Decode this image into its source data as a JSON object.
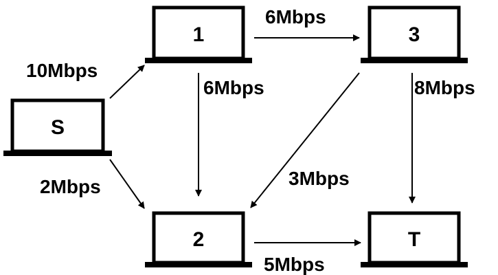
{
  "nodes": {
    "S": {
      "label": "S"
    },
    "n1": {
      "label": "1"
    },
    "n2": {
      "label": "2"
    },
    "n3": {
      "label": "3"
    },
    "T": {
      "label": "T"
    }
  },
  "edges": {
    "S_1": {
      "from": "S",
      "to": "1",
      "label": "10Mbps"
    },
    "S_2": {
      "from": "S",
      "to": "2",
      "label": "2Mbps"
    },
    "1_3": {
      "from": "1",
      "to": "3",
      "label": "6Mbps"
    },
    "1_2": {
      "from": "1",
      "to": "2",
      "label": "6Mbps"
    },
    "3_2": {
      "from": "3",
      "to": "2",
      "label": "3Mbps"
    },
    "3_T": {
      "from": "3",
      "to": "T",
      "label": "8Mbps"
    },
    "2_T": {
      "from": "2",
      "to": "T",
      "label": "5Mbps"
    }
  },
  "colors": {
    "stroke": "#000000",
    "background": "#ffffff"
  }
}
